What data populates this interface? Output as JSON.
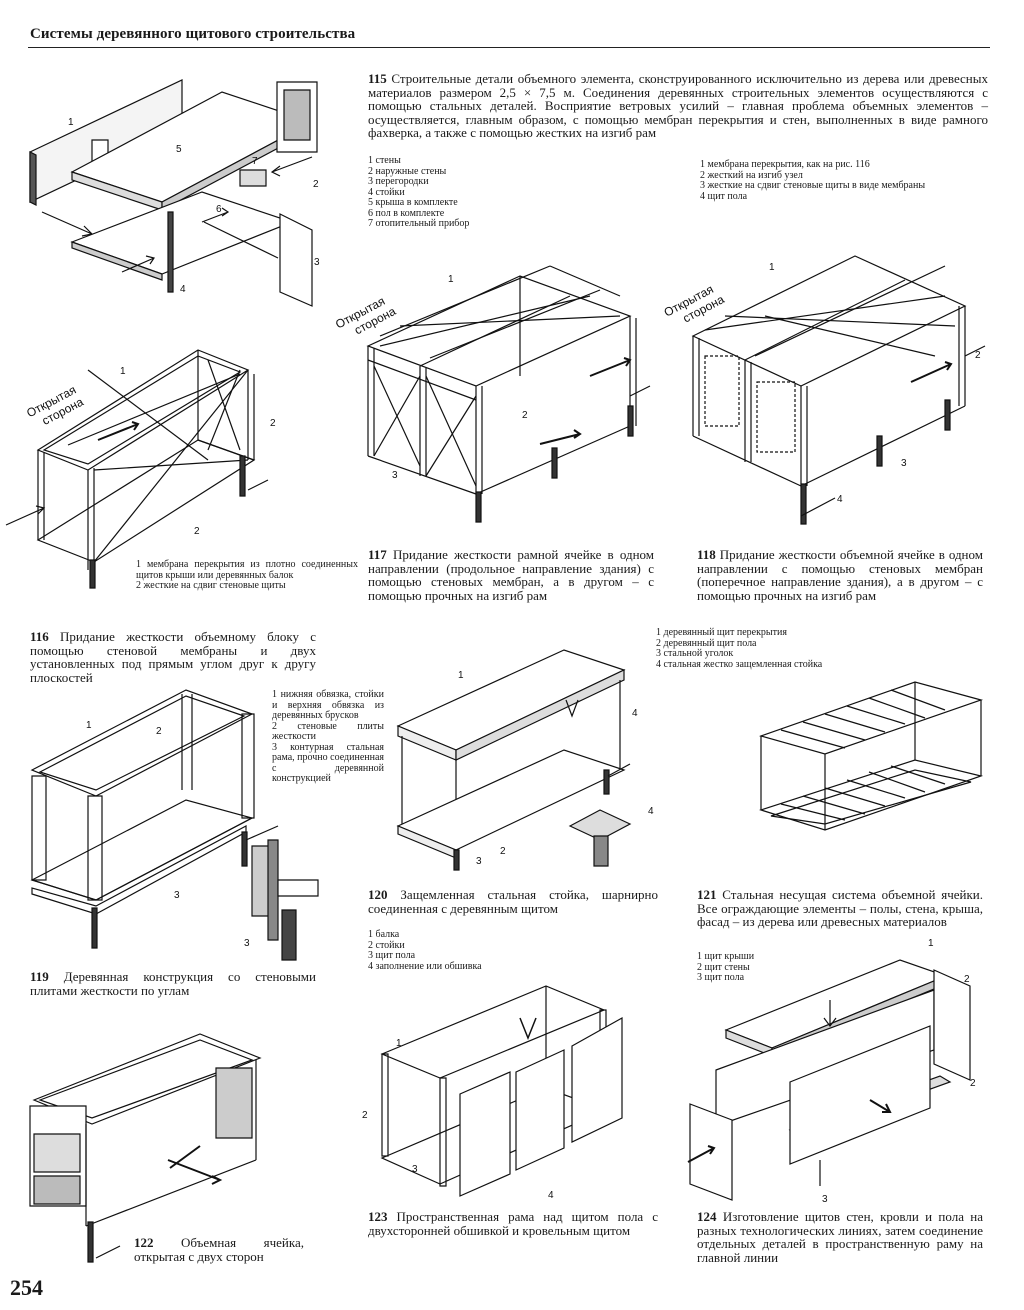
{
  "header": "Системы деревянного щитового строительства",
  "page_number": "254",
  "open_side": [
    "Открытая",
    "сторона"
  ],
  "figures": {
    "f115": {
      "num": "115",
      "caption": "Строительные детали объемного элемента, сконструированного исключительно из дерева или древесных материалов размером 2,5 × 7,5 м. Соединения деревянных строительных элементов осуществляются с помощью стальных деталей. Восприятие ветровых усилий – главная проблема объемных элементов – осуществляется, главным образом, с помощью мембран перекрытия и стен, выполненных в виде рамного фахверка, а также с помощью жестких на изгиб рам",
      "legend": [
        "1 стены",
        "2 наружные стены",
        "3 перегородки",
        "4 стойки",
        "5 крыша в комплекте",
        "6 пол в комплекте",
        "7 отопительный прибор"
      ],
      "labels": [
        "1",
        "2",
        "3",
        "4",
        "5",
        "6",
        "7"
      ]
    },
    "f116": {
      "num": "116",
      "caption": "Придание жесткости объемному блоку с помощью стеновой мембраны и двух установленных под прямым углом друг к другу плоскостей",
      "legend": [
        "1 мембрана перекрытия из плотно соединенных щитов крыши или деревянных балок",
        "2 жесткие на сдвиг стеновые щиты"
      ],
      "labels": [
        "1",
        "2",
        "2"
      ]
    },
    "f117": {
      "num": "117",
      "caption": "Придание жесткости рамной ячейке в одном направлении (продольное направление здания) с помощью стеновых мембран, а в другом – с помощью прочных на изгиб рам",
      "labels": [
        "1",
        "2",
        "3"
      ]
    },
    "f118": {
      "num": "118",
      "caption": "Придание жесткости объемной ячейке в одном направлении с помощью стеновых мембран (поперечное направление здания), а в другом – с помощью прочных на изгиб рам",
      "legend": [
        "1 мембрана перекрытия, как на рис. 116",
        "2 жесткий на изгиб узел",
        "3 жесткие на сдвиг стеновые щиты в виде мембраны",
        "4 щит пола"
      ],
      "labels": [
        "1",
        "2",
        "3",
        "4"
      ]
    },
    "f119": {
      "num": "119",
      "caption": "Деревянная конструкция со стеновыми плитами жесткости по углам",
      "legend": [
        "1 нижняя обвязка, стойки и верхняя обвязка из деревянных брусков",
        "2 стеновые плиты жесткости",
        "3 контурная стальная рама, прочно соединенная с деревянной конструкцией"
      ],
      "labels": [
        "1",
        "2",
        "3",
        "3"
      ]
    },
    "f120": {
      "num": "120",
      "caption": "Защемленная стальная стойка, шарнирно соединенная с деревянным щитом",
      "legend": [
        "1 деревянный щит перекрытия",
        "2 деревянный щит пола",
        "3 стальной уголок",
        "4 стальная жестко защемленная стойка"
      ],
      "labels": [
        "1",
        "2",
        "3",
        "4",
        "4"
      ]
    },
    "f121": {
      "num": "121",
      "caption": "Стальная несущая система объемной ячейки. Все ограждающие элементы – полы, стена, крыша, фасад – из дерева или древесных материалов"
    },
    "f122": {
      "num": "122",
      "caption": "Объемная ячейка, открытая с двух сторон"
    },
    "f123": {
      "num": "123",
      "caption": "Пространственная рама над щитом пола с двухсторонней обшивкой и кровельным щитом",
      "legend": [
        "1 балка",
        "2 стойки",
        "3 щит пола",
        "4 заполнение или обшивка"
      ],
      "labels": [
        "1",
        "2",
        "3",
        "4"
      ]
    },
    "f124": {
      "num": "124",
      "caption": "Изготовление щитов стен, кровли и пола на разных технологических линиях, затем соединение отдельных деталей в пространственную раму на главной линии",
      "legend": [
        "1 щит крыши",
        "2 щит стены",
        "3 щит пола"
      ],
      "labels": [
        "1",
        "2",
        "2",
        "3"
      ]
    }
  }
}
